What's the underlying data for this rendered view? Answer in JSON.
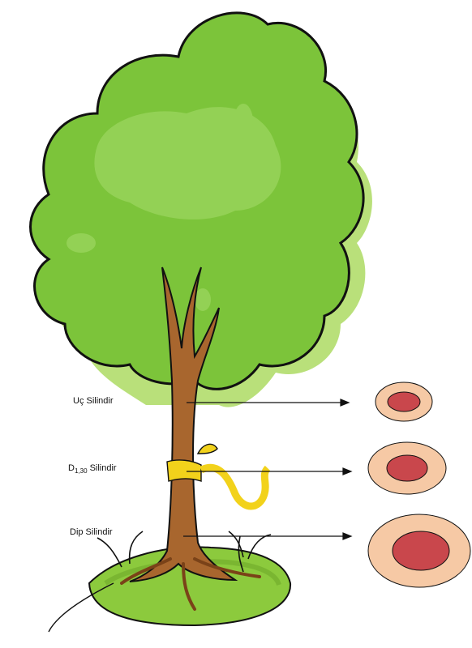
{
  "labels": {
    "top": "Uç Silindir",
    "middle_main": "D",
    "middle_sub": "1,30",
    "middle_suffix": " Silindir",
    "bottom": "Dip Silindir"
  },
  "colors": {
    "foliage": "#7cc43a",
    "foliage_light": "#98d45a",
    "foliage_shadow": "#b9e07a",
    "trunk": "#a8662e",
    "ribbon": "#f2d21b",
    "ground": "#8cca3d",
    "ring_outer": "#f6c9a5",
    "ring_inner": "#c9474c"
  }
}
